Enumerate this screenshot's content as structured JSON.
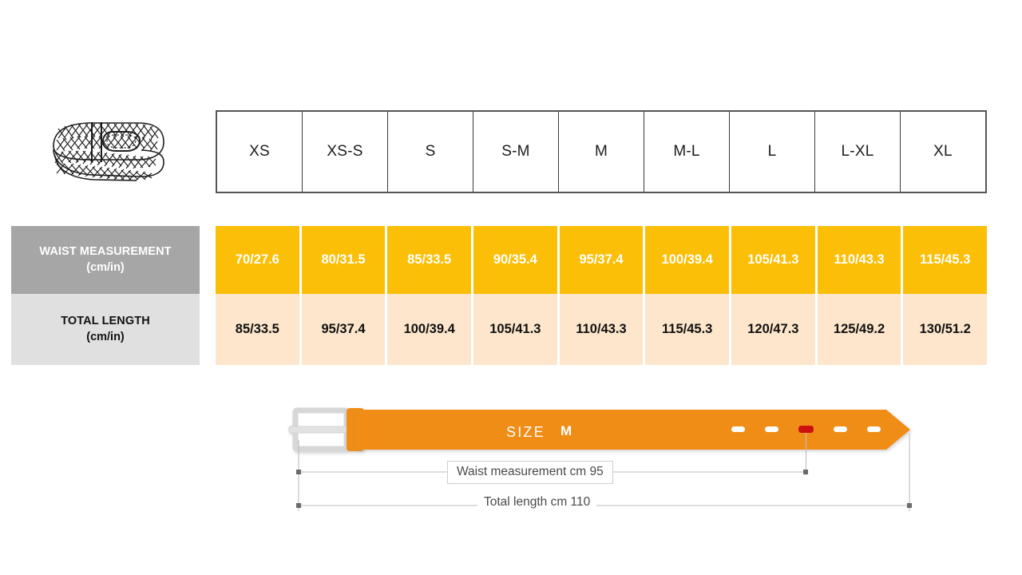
{
  "product": {
    "icon": "braided-belt-icon",
    "alt": "Rolled braided belt"
  },
  "table": {
    "size_headers": [
      "XS",
      "XS-S",
      "S",
      "S-M",
      "M",
      "M-L",
      "L",
      "L-XL",
      "XL"
    ],
    "rows": [
      {
        "key": "waist",
        "label_line1": "WAIST MEASUREMENT",
        "label_line2": "(cm/in)",
        "label_bg": "#a6a6a6",
        "label_color": "#ffffff",
        "cell_bg": "#fcbf07",
        "cell_color": "#ffffff",
        "values": [
          "70/27.6",
          "80/31.5",
          "85/33.5",
          "90/35.4",
          "95/37.4",
          "100/39.4",
          "105/41.3",
          "110/43.3",
          "115/45.3"
        ]
      },
      {
        "key": "length",
        "label_line1": "TOTAL LENGTH",
        "label_line2": "(cm/in)",
        "label_bg": "#e0e0e0",
        "label_color": "#111111",
        "cell_bg": "#fde6cc",
        "cell_color": "#111111",
        "values": [
          "85/33.5",
          "95/37.4",
          "100/39.4",
          "105/41.3",
          "110/43.3",
          "115/45.3",
          "120/47.3",
          "125/49.2",
          "130/51.2"
        ]
      }
    ]
  },
  "diagram": {
    "size_prefix": "SIZE",
    "size_value": "M",
    "waist_callout": "Waist measurement cm 95",
    "total_callout": "Total length cm 110",
    "belt_color": "#ef8d13",
    "buckle_color": "#d9d9d9",
    "hole_color": "#ffffff",
    "active_hole_color": "#cc1010",
    "holes_total": 5,
    "active_hole_index": 2,
    "dimension_line_color": "#b5b5b5"
  }
}
